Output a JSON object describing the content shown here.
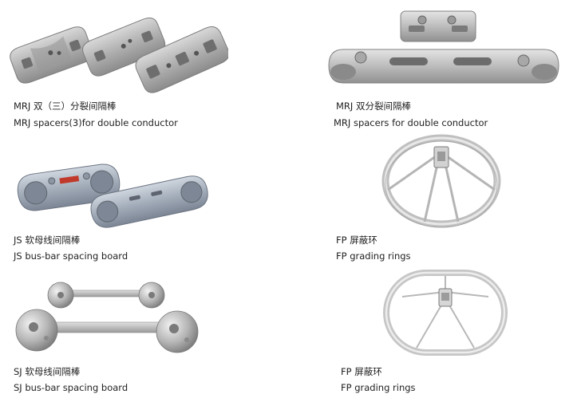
{
  "products": [
    {
      "cn": "MRJ 双（三）分裂间隔棒",
      "en": "MRJ spacers(3)for double conductor"
    },
    {
      "cn": "MRJ 双分裂间隔棒",
      "en": "MRJ  spacers for double conductor"
    },
    {
      "cn": "JS 软母线间隔棒",
      "en": "JS bus-bar spacing board"
    },
    {
      "cn": "FP 屏蔽环",
      "en": "FP grading rings"
    },
    {
      "cn": "SJ 软母线间隔棒",
      "en": "SJ bus-bar spacing board"
    },
    {
      "cn": "FP 屏蔽环",
      "en": "FP grading rings"
    }
  ]
}
